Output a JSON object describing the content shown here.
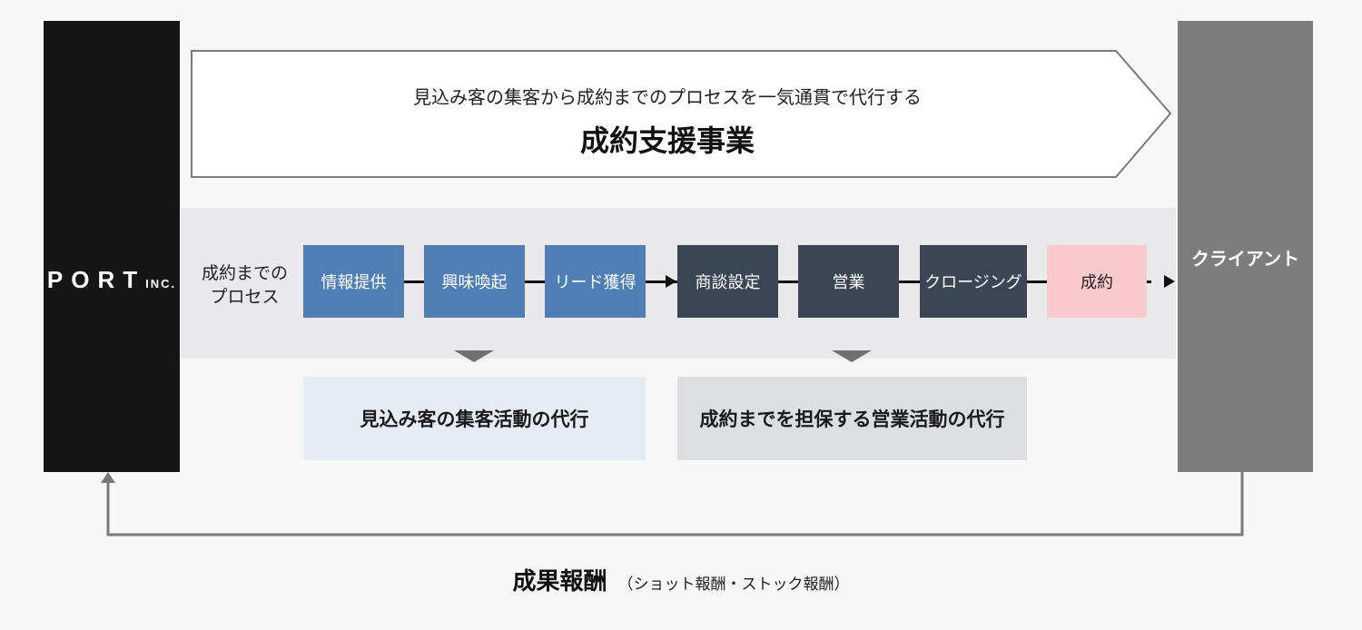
{
  "port": {
    "logo_main": "PORT",
    "logo_sub": "INC."
  },
  "client": {
    "label": "クライアント"
  },
  "business": {
    "subtitle": "見込み客の集客から成約までのプロセスを一気通貫で代行する",
    "title": "成約支援事業"
  },
  "process": {
    "label_line1": "成約までの",
    "label_line2": "プロセス",
    "steps": [
      {
        "label": "情報提供",
        "color": "#4f7fb5"
      },
      {
        "label": "興味喚起",
        "color": "#4f7fb5"
      },
      {
        "label": "リード獲得",
        "color": "#4f7fb5"
      },
      {
        "label": "商談設定",
        "color": "#3a4656"
      },
      {
        "label": "営業",
        "color": "#3a4656"
      },
      {
        "label": "クロージング",
        "color": "#3a4656"
      },
      {
        "label": "成約",
        "color": "#f9c9cc"
      }
    ]
  },
  "activities": {
    "left": "見込み客の集客活動の代行",
    "right": "成約までを担保する営業活動の代行"
  },
  "reward": {
    "title": "成果報酬",
    "note": "（ショット報酬・ストック報酬）"
  }
}
